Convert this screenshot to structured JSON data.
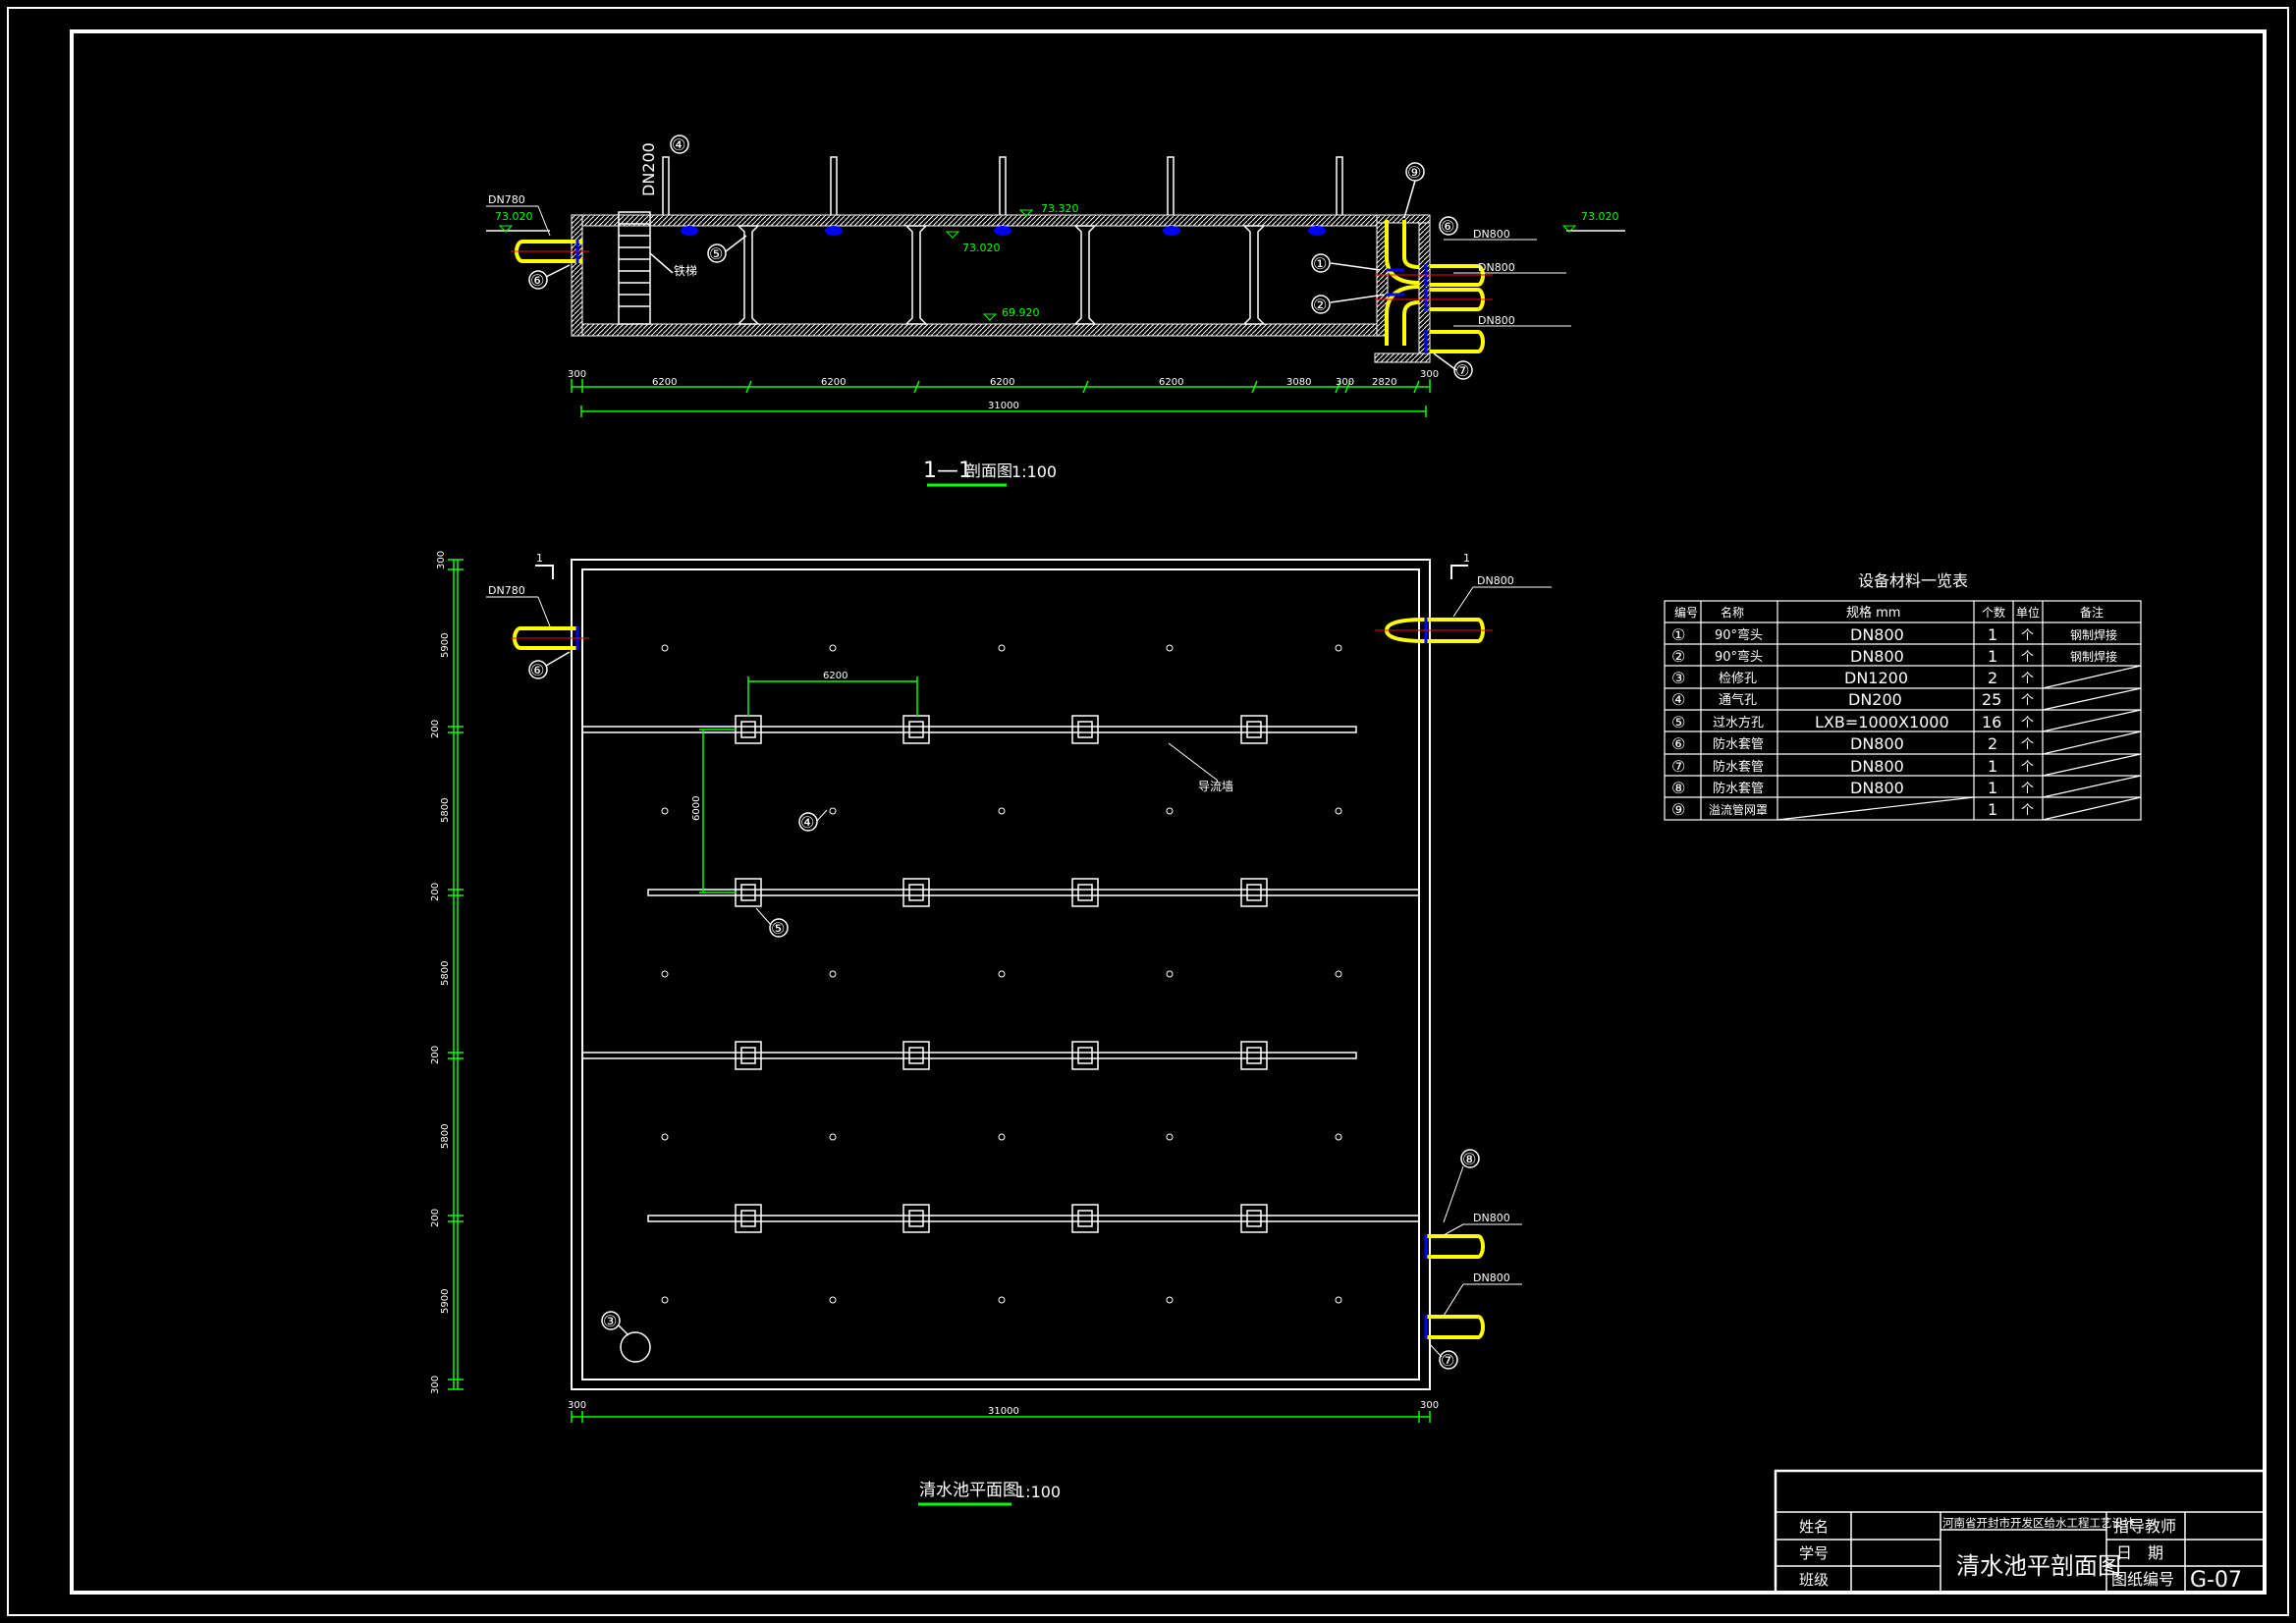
{
  "colors": {
    "background": "#000000",
    "line": "#ffffff",
    "dimension": "#00ff00",
    "pipe": "#ffff00",
    "fitting": "#0000ff",
    "center": "#ff0000"
  },
  "section": {
    "title_num": "1—1",
    "title_text": "剖面图",
    "scale": "1:100",
    "pipe_labels": {
      "vent": "DN200",
      "inlet": "DN780",
      "out1": "DN800",
      "out2": "DN800",
      "out3": "DN800"
    },
    "elevations": {
      "ground_left": "73.020",
      "ground_right": "73.020",
      "top": "73.320",
      "water": "73.020",
      "bottom": "69.920"
    },
    "ladder": "铁梯",
    "dims_top": [
      "300",
      "6200",
      "6200",
      "6200",
      "6200",
      "3080",
      "300",
      "2820",
      "300"
    ],
    "dim_total": "31000"
  },
  "plan": {
    "title_text": "清水池平面图",
    "scale": "1:100",
    "cut_mark": "1",
    "pipe_labels": {
      "inlet": "DN780",
      "out1": "DN800",
      "out2": "DN800",
      "out3": "DN800"
    },
    "guide_wall": "导流墙",
    "dim_span": "6200",
    "dim_vert": "6000",
    "dims_left": [
      "300",
      "5900",
      "200",
      "5800",
      "200",
      "5800",
      "200",
      "5800",
      "200",
      "5900",
      "300"
    ],
    "dims_bottom": [
      "300",
      "31000",
      "300"
    ]
  },
  "markers": [
    "①",
    "②",
    "③",
    "④",
    "⑤",
    "⑥",
    "⑦",
    "⑧",
    "⑨"
  ],
  "table": {
    "title": "设备材料一览表",
    "headers": [
      "编号",
      "名称",
      "规格 mm",
      "个数",
      "单位",
      "备注"
    ],
    "rows": [
      [
        "①",
        "90°弯头",
        "DN800",
        "1",
        "个",
        "钢制焊接"
      ],
      [
        "②",
        "90°弯头",
        "DN800",
        "1",
        "个",
        "钢制焊接"
      ],
      [
        "③",
        "检修孔",
        "DN1200",
        "2",
        "个",
        ""
      ],
      [
        "④",
        "通气孔",
        "DN200",
        "25",
        "个",
        ""
      ],
      [
        "⑤",
        "过水方孔",
        "LXB=1000X1000",
        "16",
        "个",
        ""
      ],
      [
        "⑥",
        "防水套管",
        "DN800",
        "2",
        "个",
        ""
      ],
      [
        "⑦",
        "防水套管",
        "DN800",
        "1",
        "个",
        ""
      ],
      [
        "⑧",
        "防水套管",
        "DN800",
        "1",
        "个",
        ""
      ],
      [
        "⑨",
        "溢流管网罩",
        "",
        "1",
        "个",
        ""
      ]
    ]
  },
  "titleblock": {
    "project": "河南省开封市开发区给水工程工艺设计",
    "drawing_name": "清水池平剖面图",
    "name_label": "姓名",
    "student_label": "学号",
    "class_label": "班级",
    "advisor_label": "指导教师",
    "date_label": "日　期",
    "number_label": "图纸编号",
    "number": "G-07"
  }
}
